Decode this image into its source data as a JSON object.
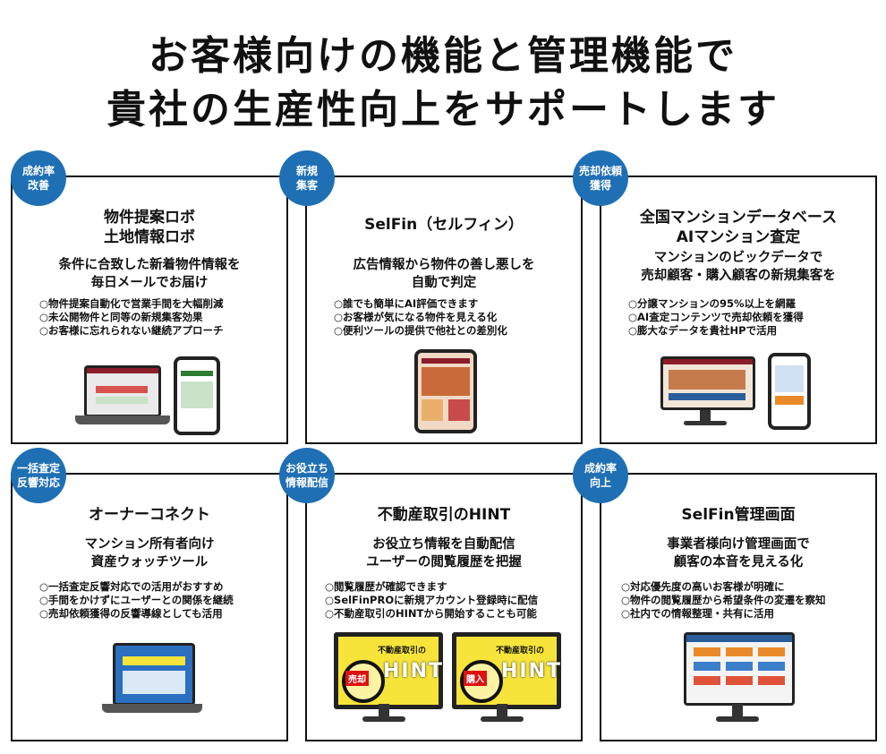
{
  "header": {
    "line1": "お客様向けの機能と管理機能で",
    "line2": "貴社の生産性向上をサポートします"
  },
  "colors": {
    "badge": "#1f6fb5",
    "border": "#111111",
    "hint_yellow": "#f6e43a"
  },
  "cards": [
    {
      "badge": "成約率\n改善",
      "title": "物件提案ロボ\n土地情報ロボ",
      "subtitle": "条件に合致した新着物件情報を\n毎日メールでお届け",
      "bullets": [
        "○物件提案自動化で営業手間を大幅削減",
        "○未公開物件と同等の新規集客効果",
        "○お客様に忘れられない継続アプローチ"
      ],
      "illustration": "laptop-and-phone"
    },
    {
      "badge": "新規\n集客",
      "title": "SelFin（セルフィン）",
      "subtitle": "広告情報から物件の善し悪しを\n自動で判定",
      "bullets": [
        "○誰でも簡単にAI評価できます",
        "○お客様が気になる物件を見える化",
        "○便利ツールの提供で他社との差別化"
      ],
      "illustration": "tablet"
    },
    {
      "badge": "売却依頼\n獲得",
      "title": "全国マンションデータベース\nAIマンション査定",
      "subtitle": "マンションのビックデータで\n売却顧客・購入顧客の新規集客を",
      "bullets": [
        "○分譲マンションの95%以上を網羅",
        "○AI査定コンテンツで売却依頼を獲得",
        "○膨大なデータを貴社HPで活用"
      ],
      "illustration": "monitor-and-phone"
    },
    {
      "badge": "一括査定\n反響対応",
      "title": "オーナーコネクト",
      "subtitle": "マンション所有者向け\n資産ウォッチツール",
      "bullets": [
        "○一括査定反響対応での活用がおすすめ",
        "○手間をかけずにユーザーとの関係を継続",
        "○売却依頼獲得の反響導線としても活用"
      ],
      "illustration": "laptop"
    },
    {
      "badge": "お役立ち\n情報配信",
      "title": "不動産取引のHINT",
      "subtitle": "お役立ち情報を自動配信\nユーザーの閲覧履歴を把握",
      "bullets": [
        "○閲覧履歴が確認できます",
        "○SelFinPROに新規アカウント登録時に配信",
        "○不動産取引のHINTから開始することも可能"
      ],
      "illustration": "two-monitors",
      "monitors": [
        {
          "tag": "売却",
          "title": "不動産取引の",
          "word": "HINT"
        },
        {
          "tag": "購入",
          "title": "不動産取引の",
          "word": "HINT"
        }
      ]
    },
    {
      "badge": "成約率\n向上",
      "title": "SelFin管理画面",
      "subtitle": "事業者様向け管理画面で\n顧客の本音を見える化",
      "bullets": [
        "○対応優先度の高いお客様が明確に",
        "○物件の閲覧履歴から希望条件の変遷を察知",
        "○社内での情報整理・共有に活用"
      ],
      "illustration": "monitor"
    }
  ]
}
